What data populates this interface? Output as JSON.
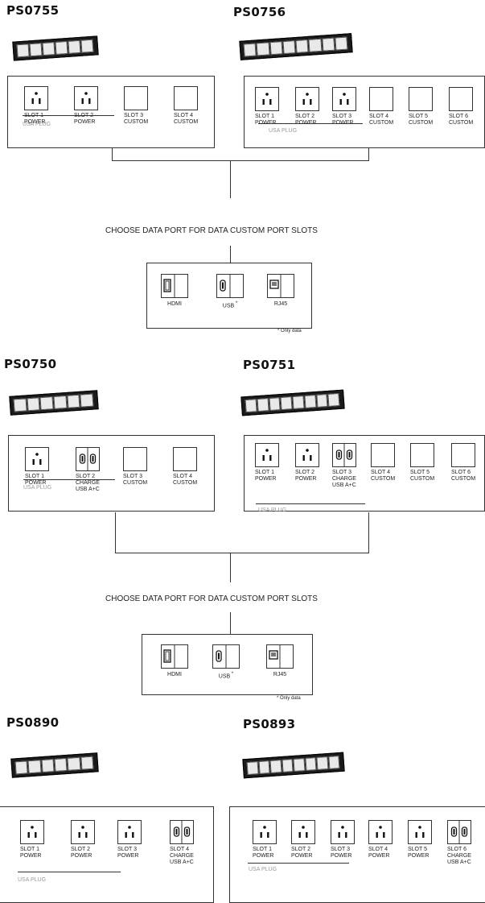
{
  "sections": {
    "ps0755": {
      "title": "PS0755",
      "slots": [
        [
          "SLOT 1",
          "POWER"
        ],
        [
          "SLOT 2",
          "POWER"
        ],
        [
          "SLOT 3",
          "CUSTOM"
        ],
        [
          "SLOT 4",
          "CUSTOM"
        ]
      ]
    },
    "ps0756": {
      "title": "PS0756",
      "slots": [
        [
          "SLOT 1",
          "POWER"
        ],
        [
          "SLOT 2",
          "POWER"
        ],
        [
          "SLOT 3",
          "POWER"
        ],
        [
          "SLOT 4",
          "CUSTOM"
        ],
        [
          "SLOT 5",
          "CUSTOM"
        ],
        [
          "SLOT 6",
          "CUSTOM"
        ]
      ]
    },
    "ps0750": {
      "title": "PS0750",
      "slots": [
        [
          "SLOT 1",
          "POWER"
        ],
        [
          "SLOT 2",
          "CHARGE",
          "USB A+C"
        ],
        [
          "SLOT 3",
          "CUSTOM"
        ],
        [
          "SLOT 4",
          "CUSTOM"
        ]
      ]
    },
    "ps0751": {
      "title": "PS0751",
      "slots": [
        [
          "SLOT 1",
          "POWER"
        ],
        [
          "SLOT 2",
          "POWER"
        ],
        [
          "SLOT 3",
          "CHARGE",
          "USB A+C"
        ],
        [
          "SLOT 4",
          "CUSTOM"
        ],
        [
          "SLOT 5",
          "CUSTOM"
        ],
        [
          "SLOT 6",
          "CUSTOM"
        ]
      ]
    },
    "ps0890": {
      "title": "PS0890",
      "slots": [
        [
          "SLOT 1",
          "POWER"
        ],
        [
          "SLOT 2",
          "POWER"
        ],
        [
          "SLOT 3",
          "POWER"
        ],
        [
          "SLOT 4",
          "CHARGE",
          "USB A+C"
        ]
      ]
    },
    "ps0893": {
      "title": "PS0893",
      "slots": [
        [
          "SLOT 1",
          "POWER"
        ],
        [
          "SLOT 2",
          "POWER"
        ],
        [
          "SLOT 3",
          "POWER"
        ],
        [
          "SLOT 4",
          "POWER"
        ],
        [
          "SLOT 5",
          "POWER"
        ],
        [
          "SLOT 6",
          "CHARGE",
          "USB A+C"
        ]
      ]
    }
  },
  "usa_plug": "USA PLUG",
  "choose_text": "CHOOSE DATA PORT FOR DATA CUSTOM PORT SLOTS",
  "ports": {
    "hdmi": "HDMI",
    "usb": "USB",
    "usb_star": "*",
    "rj45": "RJ45"
  },
  "only_data": "* Only data"
}
